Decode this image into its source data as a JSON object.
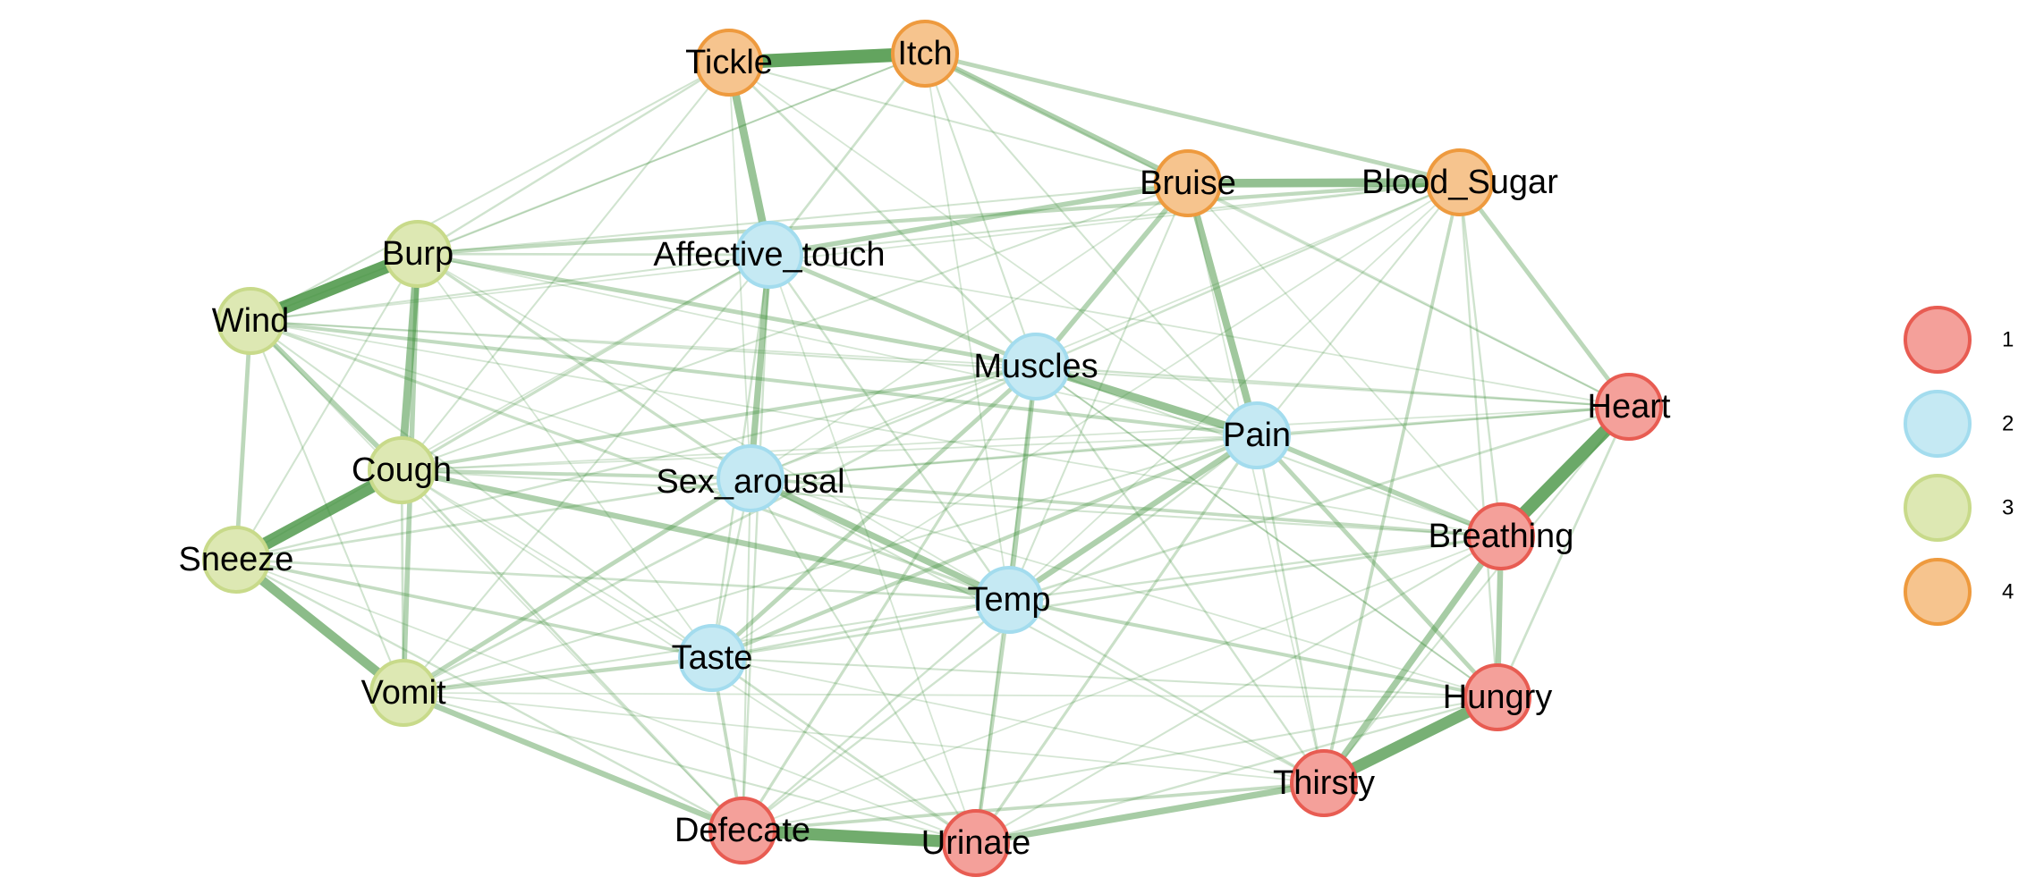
{
  "network": {
    "groups": [
      {
        "label": "1",
        "fill": "#f4a09a",
        "stroke": "#e85c52"
      },
      {
        "label": "2",
        "fill": "#c5e9f3",
        "stroke": "#a3dcee"
      },
      {
        "label": "3",
        "fill": "#dde8b3",
        "stroke": "#c8da8a"
      },
      {
        "label": "4",
        "fill": "#f6c48e",
        "stroke": "#ee9a3e"
      }
    ],
    "edge_color": "#3f8f3a",
    "nodes": [
      {
        "id": "Tickle",
        "label": "Tickle",
        "group": 4
      },
      {
        "id": "Itch",
        "label": "Itch",
        "group": 4
      },
      {
        "id": "Bruise",
        "label": "Bruise",
        "group": 4
      },
      {
        "id": "Blood_Sugar",
        "label": "Blood_Sugar",
        "group": 4
      },
      {
        "id": "Affective_touch",
        "label": "Affective_touch",
        "group": 2
      },
      {
        "id": "Muscles",
        "label": "Muscles",
        "group": 2
      },
      {
        "id": "Pain",
        "label": "Pain",
        "group": 2
      },
      {
        "id": "Sex_arousal",
        "label": "Sex_arousal",
        "group": 2
      },
      {
        "id": "Temp",
        "label": "Temp",
        "group": 2
      },
      {
        "id": "Taste",
        "label": "Taste",
        "group": 2
      },
      {
        "id": "Burp",
        "label": "Burp",
        "group": 3
      },
      {
        "id": "Wind",
        "label": "Wind",
        "group": 3
      },
      {
        "id": "Cough",
        "label": "Cough",
        "group": 3
      },
      {
        "id": "Sneeze",
        "label": "Sneeze",
        "group": 3
      },
      {
        "id": "Vomit",
        "label": "Vomit",
        "group": 3
      },
      {
        "id": "Heart",
        "label": "Heart",
        "group": 1
      },
      {
        "id": "Breathing",
        "label": "Breathing",
        "group": 1
      },
      {
        "id": "Hungry",
        "label": "Hungry",
        "group": 1
      },
      {
        "id": "Thirsty",
        "label": "Thirsty",
        "group": 1
      },
      {
        "id": "Defecate",
        "label": "Defecate",
        "group": 1
      },
      {
        "id": "Urinate",
        "label": "Urinate",
        "group": 1
      }
    ],
    "edges": [
      {
        "source": "Tickle",
        "target": "Itch",
        "weight": 0.9
      },
      {
        "source": "Wind",
        "target": "Burp",
        "weight": 0.9
      },
      {
        "source": "Heart",
        "target": "Breathing",
        "weight": 0.85
      },
      {
        "source": "Cough",
        "target": "Sneeze",
        "weight": 0.85
      },
      {
        "source": "Defecate",
        "target": "Urinate",
        "weight": 0.8
      },
      {
        "source": "Hungry",
        "target": "Thirsty",
        "weight": 0.75
      },
      {
        "source": "Sneeze",
        "target": "Vomit",
        "weight": 0.6
      },
      {
        "source": "Bruise",
        "target": "Blood_Sugar",
        "weight": 0.55
      },
      {
        "source": "Tickle",
        "target": "Affective_touch",
        "weight": 0.5
      },
      {
        "source": "Burp",
        "target": "Cough",
        "weight": 0.5
      },
      {
        "source": "Muscles",
        "target": "Pain",
        "weight": 0.5
      },
      {
        "source": "Bruise",
        "target": "Pain",
        "weight": 0.45
      },
      {
        "source": "Breathing",
        "target": "Thirsty",
        "weight": 0.4
      },
      {
        "source": "Urinate",
        "target": "Thirsty",
        "weight": 0.4
      },
      {
        "source": "Sex_arousal",
        "target": "Temp",
        "weight": 0.4
      },
      {
        "source": "Affective_touch",
        "target": "Sex_arousal",
        "weight": 0.4
      },
      {
        "source": "Cough",
        "target": "Temp",
        "weight": 0.35
      },
      {
        "source": "Vomit",
        "target": "Defecate",
        "weight": 0.35
      },
      {
        "source": "Itch",
        "target": "Bruise",
        "weight": 0.35
      },
      {
        "source": "Pain",
        "target": "Temp",
        "weight": 0.35
      },
      {
        "source": "Breathing",
        "target": "Hungry",
        "weight": 0.35
      },
      {
        "source": "Pain",
        "target": "Breathing",
        "weight": 0.3
      },
      {
        "source": "Bruise",
        "target": "Muscles",
        "weight": 0.3
      },
      {
        "source": "Affective_touch",
        "target": "Bruise",
        "weight": 0.3
      },
      {
        "source": "Muscles",
        "target": "Temp",
        "weight": 0.3
      },
      {
        "source": "Burp",
        "target": "Vomit",
        "weight": 0.3
      },
      {
        "source": "Wind",
        "target": "Cough",
        "weight": 0.3
      },
      {
        "source": "Wind",
        "target": "Sneeze",
        "weight": 0.25
      },
      {
        "source": "Pain",
        "target": "Hungry",
        "weight": 0.25
      },
      {
        "source": "Itch",
        "target": "Blood_Sugar",
        "weight": 0.25
      },
      {
        "source": "Blood_Sugar",
        "target": "Heart",
        "weight": 0.25
      },
      {
        "source": "Burp",
        "target": "Muscles",
        "weight": 0.25
      },
      {
        "source": "Affective_touch",
        "target": "Muscles",
        "weight": 0.25
      },
      {
        "source": "Sex_arousal",
        "target": "Vomit",
        "weight": 0.25
      },
      {
        "source": "Taste",
        "target": "Muscles",
        "weight": 0.25
      },
      {
        "source": "Vomit",
        "target": "Taste",
        "weight": 0.22
      },
      {
        "source": "Taste",
        "target": "Pain",
        "weight": 0.22
      },
      {
        "source": "Burp",
        "target": "Blood_Sugar",
        "weight": 0.22
      },
      {
        "source": "Temp",
        "target": "Urinate",
        "weight": 0.22
      },
      {
        "source": "Temp",
        "target": "Hungry",
        "weight": 0.2
      },
      {
        "source": "Wind",
        "target": "Pain",
        "weight": 0.2
      },
      {
        "source": "Cough",
        "target": "Sex_arousal",
        "weight": 0.2
      },
      {
        "source": "Cough",
        "target": "Muscles",
        "weight": 0.2
      },
      {
        "source": "Sneeze",
        "target": "Taste",
        "weight": 0.18
      },
      {
        "source": "Sex_arousal",
        "target": "Breathing",
        "weight": 0.18
      },
      {
        "source": "Defecate",
        "target": "Thirsty",
        "weight": 0.18
      },
      {
        "source": "Taste",
        "target": "Defecate",
        "weight": 0.18
      },
      {
        "source": "Blood_Sugar",
        "target": "Thirsty",
        "weight": 0.18
      },
      {
        "source": "Muscles",
        "target": "Defecate",
        "weight": 0.15
      },
      {
        "source": "Pain",
        "target": "Urinate",
        "weight": 0.15
      },
      {
        "source": "Wind",
        "target": "Temp",
        "weight": 0.15
      },
      {
        "source": "Burp",
        "target": "Sex_arousal",
        "weight": 0.15
      },
      {
        "source": "Affective_touch",
        "target": "Cough",
        "weight": 0.15
      },
      {
        "source": "Tickle",
        "target": "Muscles",
        "weight": 0.12
      },
      {
        "source": "Itch",
        "target": "Affective_touch",
        "weight": 0.12
      },
      {
        "source": "Sneeze",
        "target": "Sex_arousal",
        "weight": 0.12
      },
      {
        "source": "Sneeze",
        "target": "Temp",
        "weight": 0.12
      },
      {
        "source": "Vomit",
        "target": "Muscles",
        "weight": 0.12
      },
      {
        "source": "Taste",
        "target": "Temp",
        "weight": 0.12
      },
      {
        "source": "Taste",
        "target": "Breathing",
        "weight": 0.12
      },
      {
        "source": "Taste",
        "target": "Urinate",
        "weight": 0.12
      },
      {
        "source": "Heart",
        "target": "Hungry",
        "weight": 0.12
      },
      {
        "source": "Heart",
        "target": "Pain",
        "weight": 0.12
      },
      {
        "source": "Heart",
        "target": "Temp",
        "weight": 0.12
      },
      {
        "source": "Cough",
        "target": "Vomit",
        "weight": 0.12
      },
      {
        "source": "Cough",
        "target": "Defecate",
        "weight": 0.12
      },
      {
        "source": "Burp",
        "target": "Affective_touch",
        "weight": 0.12
      },
      {
        "source": "Burp",
        "target": "Tickle",
        "weight": 0.1
      },
      {
        "source": "Sneeze",
        "target": "Muscles",
        "weight": 0.1
      },
      {
        "source": "Sneeze",
        "target": "Defecate",
        "weight": 0.1
      },
      {
        "source": "Sex_arousal",
        "target": "Taste",
        "weight": 0.1
      },
      {
        "source": "Sex_arousal",
        "target": "Muscles",
        "weight": 0.1
      },
      {
        "source": "Sex_arousal",
        "target": "Pain",
        "weight": 0.1
      },
      {
        "source": "Temp",
        "target": "Defecate",
        "weight": 0.1
      },
      {
        "source": "Temp",
        "target": "Thirsty",
        "weight": 0.1
      },
      {
        "source": "Temp",
        "target": "Breathing",
        "weight": 0.1
      },
      {
        "source": "Muscles",
        "target": "Blood_Sugar",
        "weight": 0.1
      },
      {
        "source": "Muscles",
        "target": "Heart",
        "weight": 0.1
      },
      {
        "source": "Muscles",
        "target": "Thirsty",
        "weight": 0.1
      },
      {
        "source": "Pain",
        "target": "Defecate",
        "weight": 0.1
      },
      {
        "source": "Pain",
        "target": "Thirsty",
        "weight": 0.1
      },
      {
        "source": "Affective_touch",
        "target": "Temp",
        "weight": 0.1
      },
      {
        "source": "Affective_touch",
        "target": "Defecate",
        "weight": 0.1
      },
      {
        "source": "Affective_touch",
        "target": "Taste",
        "weight": 0.1
      },
      {
        "source": "Bruise",
        "target": "Heart",
        "weight": 0.1
      },
      {
        "source": "Blood_Sugar",
        "target": "Breathing",
        "weight": 0.1
      },
      {
        "source": "Blood_Sugar",
        "target": "Hungry",
        "weight": 0.1
      },
      {
        "source": "Hungry",
        "target": "Urinate",
        "weight": 0.1
      },
      {
        "source": "Heart",
        "target": "Sex_arousal",
        "weight": 0.08
      },
      {
        "source": "Heart",
        "target": "Wind",
        "weight": 0.08
      },
      {
        "source": "Heart",
        "target": "Thirsty",
        "weight": 0.08
      },
      {
        "source": "Tickle",
        "target": "Wind",
        "weight": 0.08
      },
      {
        "source": "Tickle",
        "target": "Cough",
        "weight": 0.08
      },
      {
        "source": "Tickle",
        "target": "Bruise",
        "weight": 0.08
      },
      {
        "source": "Itch",
        "target": "Burp",
        "weight": 0.08
      },
      {
        "source": "Itch",
        "target": "Pain",
        "weight": 0.08
      },
      {
        "source": "Itch",
        "target": "Muscles",
        "weight": 0.08
      },
      {
        "source": "Wind",
        "target": "Vomit",
        "weight": 0.08
      },
      {
        "source": "Wind",
        "target": "Affective_touch",
        "weight": 0.08
      },
      {
        "source": "Wind",
        "target": "Taste",
        "weight": 0.08
      },
      {
        "source": "Vomit",
        "target": "Urinate",
        "weight": 0.08
      },
      {
        "source": "Vomit",
        "target": "Temp",
        "weight": 0.08
      },
      {
        "source": "Vomit",
        "target": "Affective_touch",
        "weight": 0.08
      },
      {
        "source": "Vomit",
        "target": "Pain",
        "weight": 0.08
      },
      {
        "source": "Sneeze",
        "target": "Burp",
        "weight": 0.08
      },
      {
        "source": "Defecate",
        "target": "Sex_arousal",
        "weight": 0.08
      },
      {
        "source": "Defecate",
        "target": "Hungry",
        "weight": 0.08
      },
      {
        "source": "Urinate",
        "target": "Breathing",
        "weight": 0.08
      },
      {
        "source": "Urinate",
        "target": "Sex_arousal",
        "weight": 0.08
      },
      {
        "source": "Urinate",
        "target": "Muscles",
        "weight": 0.08
      },
      {
        "source": "Thirsty",
        "target": "Sex_arousal",
        "weight": 0.08
      },
      {
        "source": "Hungry",
        "target": "Muscles",
        "weight": 0.08
      },
      {
        "source": "Hungry",
        "target": "Taste",
        "weight": 0.08
      },
      {
        "source": "Breathing",
        "target": "Muscles",
        "weight": 0.08
      },
      {
        "source": "Breathing",
        "target": "Cough",
        "weight": 0.08
      },
      {
        "source": "Blood_Sugar",
        "target": "Pain",
        "weight": 0.08
      },
      {
        "source": "Blood_Sugar",
        "target": "Affective_touch",
        "weight": 0.08
      },
      {
        "source": "Bruise",
        "target": "Cough",
        "weight": 0.08
      },
      {
        "source": "Bruise",
        "target": "Temp",
        "weight": 0.08
      },
      {
        "source": "Bruise",
        "target": "Burp",
        "weight": 0.08
      },
      {
        "source": "Tickle",
        "target": "Sex_arousal",
        "weight": 0.06
      },
      {
        "source": "Tickle",
        "target": "Pain",
        "weight": 0.06
      },
      {
        "source": "Itch",
        "target": "Wind",
        "weight": 0.06
      },
      {
        "source": "Itch",
        "target": "Temp",
        "weight": 0.06
      },
      {
        "source": "Itch",
        "target": "Heart",
        "weight": 0.06
      },
      {
        "source": "Wind",
        "target": "Muscles",
        "weight": 0.06
      },
      {
        "source": "Wind",
        "target": "Sex_arousal",
        "weight": 0.06
      },
      {
        "source": "Wind",
        "target": "Defecate",
        "weight": 0.06
      },
      {
        "source": "Wind",
        "target": "Breathing",
        "weight": 0.06
      },
      {
        "source": "Burp",
        "target": "Temp",
        "weight": 0.06
      },
      {
        "source": "Burp",
        "target": "Taste",
        "weight": 0.06
      },
      {
        "source": "Burp",
        "target": "Pain",
        "weight": 0.06
      },
      {
        "source": "Cough",
        "target": "Taste",
        "weight": 0.06
      },
      {
        "source": "Cough",
        "target": "Pain",
        "weight": 0.06
      },
      {
        "source": "Cough",
        "target": "Urinate",
        "weight": 0.06
      },
      {
        "source": "Cough",
        "target": "Heart",
        "weight": 0.06
      },
      {
        "source": "Sneeze",
        "target": "Affective_touch",
        "weight": 0.06
      },
      {
        "source": "Sneeze",
        "target": "Urinate",
        "weight": 0.06
      },
      {
        "source": "Vomit",
        "target": "Hungry",
        "weight": 0.06
      },
      {
        "source": "Vomit",
        "target": "Thirsty",
        "weight": 0.06
      },
      {
        "source": "Taste",
        "target": "Thirsty",
        "weight": 0.06
      },
      {
        "source": "Taste",
        "target": "Blood_Sugar",
        "weight": 0.06
      },
      {
        "source": "Defecate",
        "target": "Breathing",
        "weight": 0.06
      },
      {
        "source": "Affective_touch",
        "target": "Urinate",
        "weight": 0.06
      },
      {
        "source": "Affective_touch",
        "target": "Heart",
        "weight": 0.06
      },
      {
        "source": "Muscles",
        "target": "Hungry",
        "weight": 0.06
      },
      {
        "source": "Sex_arousal",
        "target": "Hungry",
        "weight": 0.06
      },
      {
        "source": "Bruise",
        "target": "Sex_arousal",
        "weight": 0.06
      },
      {
        "source": "Bruise",
        "target": "Thirsty",
        "weight": 0.06
      },
      {
        "source": "Bruise",
        "target": "Breathing",
        "weight": 0.06
      },
      {
        "source": "Blood_Sugar",
        "target": "Temp",
        "weight": 0.06
      },
      {
        "source": "Blood_Sugar",
        "target": "Sex_arousal",
        "weight": 0.06
      },
      {
        "source": "Blood_Sugar",
        "target": "Wind",
        "weight": 0.06
      }
    ]
  },
  "legend": {
    "items": [
      {
        "label": "1",
        "group": 1
      },
      {
        "label": "2",
        "group": 2
      },
      {
        "label": "3",
        "group": 3
      },
      {
        "label": "4",
        "group": 4
      }
    ]
  }
}
